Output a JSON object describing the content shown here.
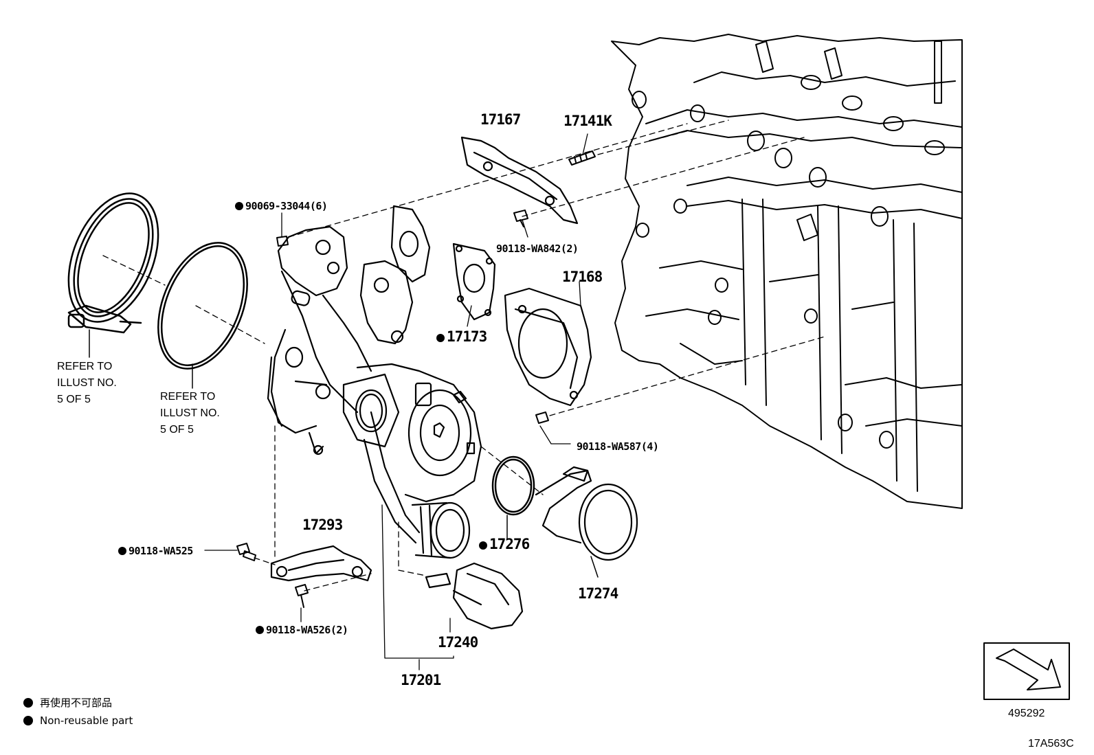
{
  "callouts": {
    "p17167": "17167",
    "p17141k": "17141K",
    "p90069": "90069-33044(6)",
    "p90118_wa842": "90118-WA842(2)",
    "p17168": "17168",
    "p17173": "17173",
    "p90118_wa587": "90118-WA587(4)",
    "p17293": "17293",
    "p90118_wa525": "90118-WA525",
    "p17276": "17276",
    "p17274": "17274",
    "p90118_wa526": "90118-WA526(2)",
    "p17240": "17240",
    "p17201": "17201"
  },
  "refer_notes": {
    "clamp": "REFER TO\nILLUST NO.\n5 OF 5",
    "gasket_ring": "REFER TO\nILLUST NO.\n5 OF 5"
  },
  "legend": {
    "japanese": "再使用不可部品",
    "english": "Non-reusable part"
  },
  "view_box": {
    "number": "495292"
  },
  "illustration_code": "17A563C",
  "non_reusable_parts": [
    "90069-33044(6)",
    "17173",
    "90118-WA525",
    "17276",
    "90118-WA526(2)"
  ],
  "icons": [
    "non-reusable-dot-icon",
    "view-direction-arrow-icon"
  ]
}
